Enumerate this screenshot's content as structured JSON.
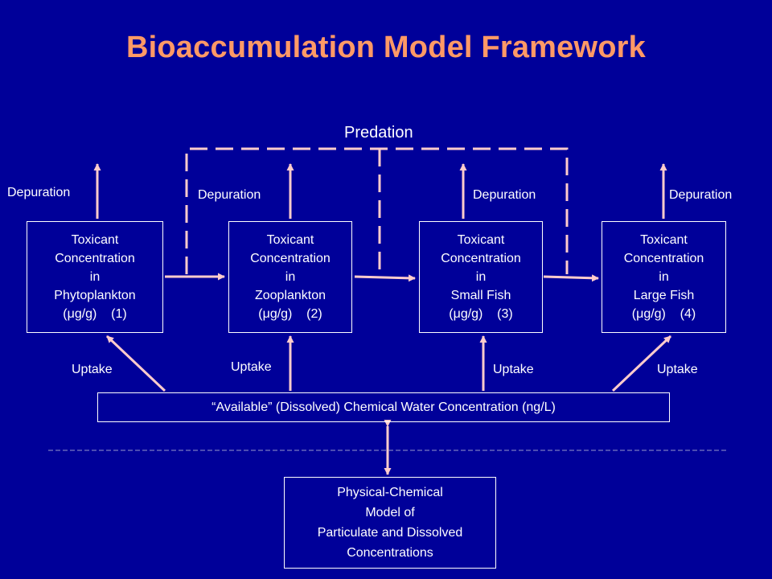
{
  "title": "Bioaccumulation Model Framework",
  "predation_label": "Predation",
  "depuration_label": "Depuration",
  "uptake_label": "Uptake",
  "compartments": [
    {
      "l1": "Toxicant",
      "l2": "Concentration",
      "l3": "in",
      "organism": "Phytoplankton",
      "unit": "(μg/g)",
      "index": "(1)"
    },
    {
      "l1": "Toxicant",
      "l2": "Concentration",
      "l3": "in",
      "organism": "Zooplankton",
      "unit": "(μg/g)",
      "index": "(2)"
    },
    {
      "l1": "Toxicant",
      "l2": "Concentration",
      "l3": "in",
      "organism": "Small Fish",
      "unit": "(μg/g)",
      "index": "(3)"
    },
    {
      "l1": "Toxicant",
      "l2": "Concentration",
      "l3": "in",
      "organism": "Large Fish",
      "unit": "(μg/g)",
      "index": "(4)"
    }
  ],
  "water_box": "“Available” (Dissolved) Chemical Water Concentration (ng/L)",
  "physchem_box": [
    "Physical-Chemical",
    "Model of",
    "Particulate and Dissolved",
    "Concentrations"
  ],
  "colors": {
    "background": "#000099",
    "title": "#ff9966",
    "arrow": "#ffcccc",
    "text": "#ffffff",
    "divider": "#9999cc"
  }
}
